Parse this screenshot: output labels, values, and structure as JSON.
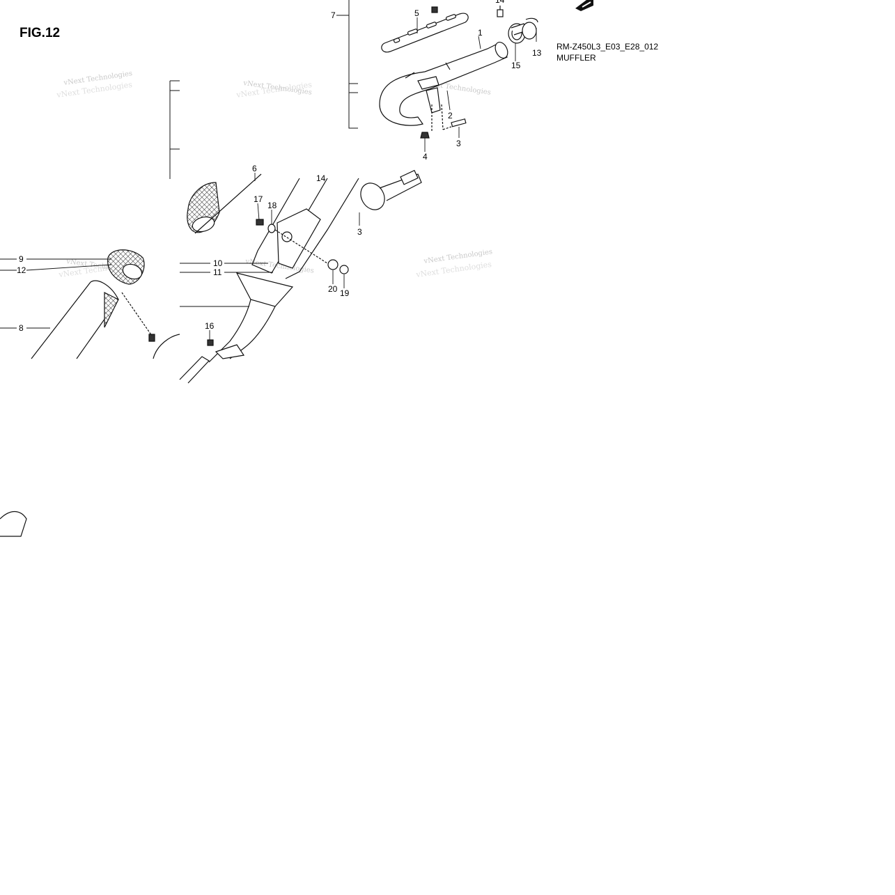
{
  "figure": {
    "title": "FIG.12",
    "model_code": "RM-Z450L3_E03_E28_012",
    "section_name": "MUFFLER"
  },
  "watermark": {
    "text": "vNext Technologies"
  },
  "callouts": [
    {
      "id": "c1",
      "label": "1"
    },
    {
      "id": "c2",
      "label": "2"
    },
    {
      "id": "c3",
      "label": "3"
    },
    {
      "id": "c3b",
      "label": "3"
    },
    {
      "id": "c4",
      "label": "4"
    },
    {
      "id": "c5",
      "label": "5"
    },
    {
      "id": "c6",
      "label": "6"
    },
    {
      "id": "c7",
      "label": "7"
    },
    {
      "id": "c8",
      "label": "8"
    },
    {
      "id": "c9",
      "label": "9"
    },
    {
      "id": "c10",
      "label": "10"
    },
    {
      "id": "c11",
      "label": "11"
    },
    {
      "id": "c12",
      "label": "12"
    },
    {
      "id": "c13",
      "label": "13"
    },
    {
      "id": "c14",
      "label": "14"
    },
    {
      "id": "c14b",
      "label": "14"
    },
    {
      "id": "c15",
      "label": "15"
    },
    {
      "id": "c16",
      "label": "16"
    },
    {
      "id": "c17",
      "label": "17"
    },
    {
      "id": "c18",
      "label": "18"
    },
    {
      "id": "c19",
      "label": "19"
    },
    {
      "id": "c20",
      "label": "20"
    }
  ]
}
